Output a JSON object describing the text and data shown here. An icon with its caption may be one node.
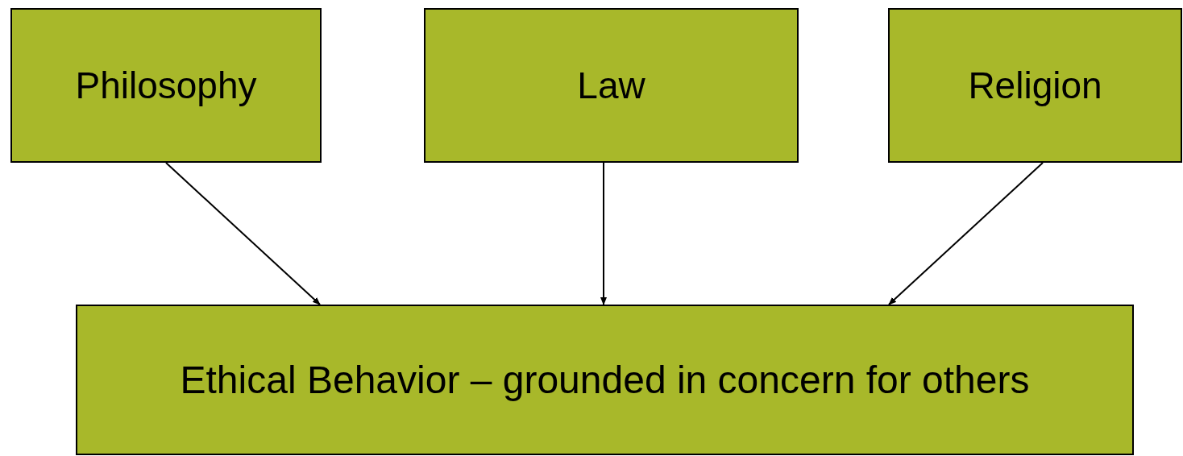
{
  "diagram": {
    "nodes": [
      {
        "text": [
          "Philosophy"
        ]
      },
      {
        "text": [
          "Law"
        ]
      },
      {
        "text": [
          "Religion"
        ]
      },
      {
        "text": [
          "Ethical Behavior – grounded in concern for others"
        ]
      }
    ],
    "edges": [
      {
        "from": 0,
        "to": 3,
        "arrow": "to"
      },
      {
        "from": 1,
        "to": 3,
        "arrow": "to"
      },
      {
        "from": 2,
        "to": 3,
        "arrow": "to"
      }
    ]
  }
}
